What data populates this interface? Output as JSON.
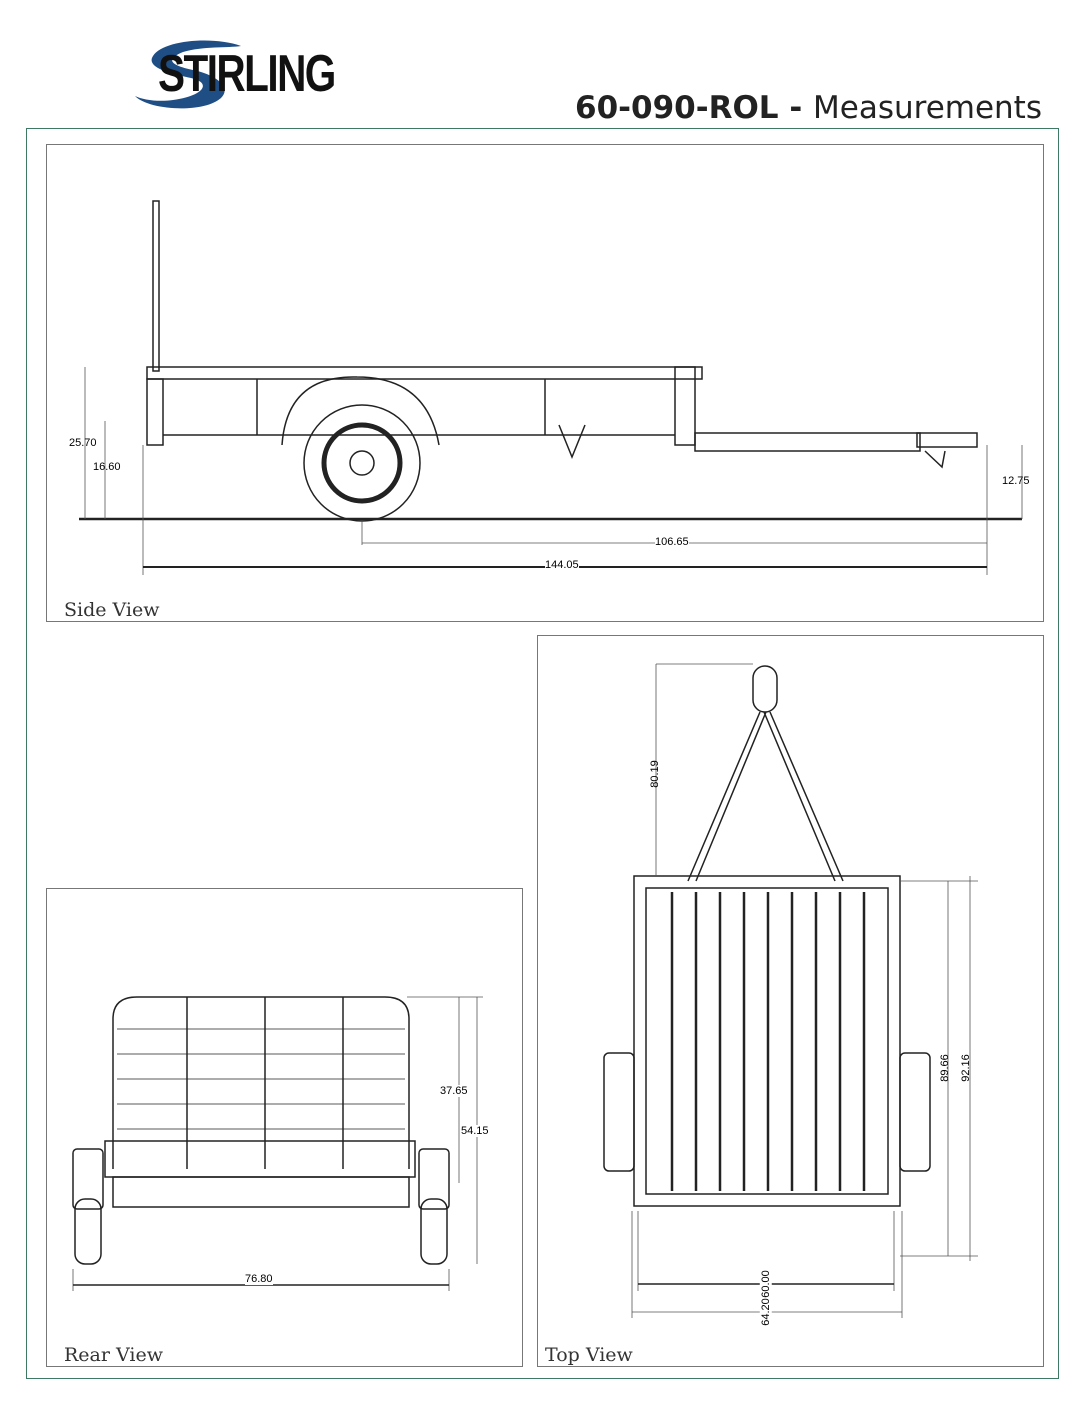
{
  "header": {
    "brand": "STIRLING",
    "model": "60-090-ROL",
    "separator": " - ",
    "subtitle": "Measurements"
  },
  "colors": {
    "brand_blue": "#1f4e85",
    "frame_green": "#3e7a63"
  },
  "views": {
    "side": {
      "caption": "Side View",
      "dims": {
        "overall_height": "25.70",
        "deck_height": "16.60",
        "hitch_height": "12.75",
        "axle_to_hitch": "106.65",
        "overall_length": "144.05"
      }
    },
    "rear": {
      "caption": "Rear View",
      "dims": {
        "gate_height": "37.65",
        "overall_height": "54.15",
        "overall_width": "76.80"
      }
    },
    "top": {
      "caption": "Top View",
      "dims": {
        "tongue_length": "80.19",
        "deck_length": "89.66",
        "bed_length": "92.16",
        "deck_width": "60.00",
        "bed_width": "64.20"
      }
    }
  }
}
